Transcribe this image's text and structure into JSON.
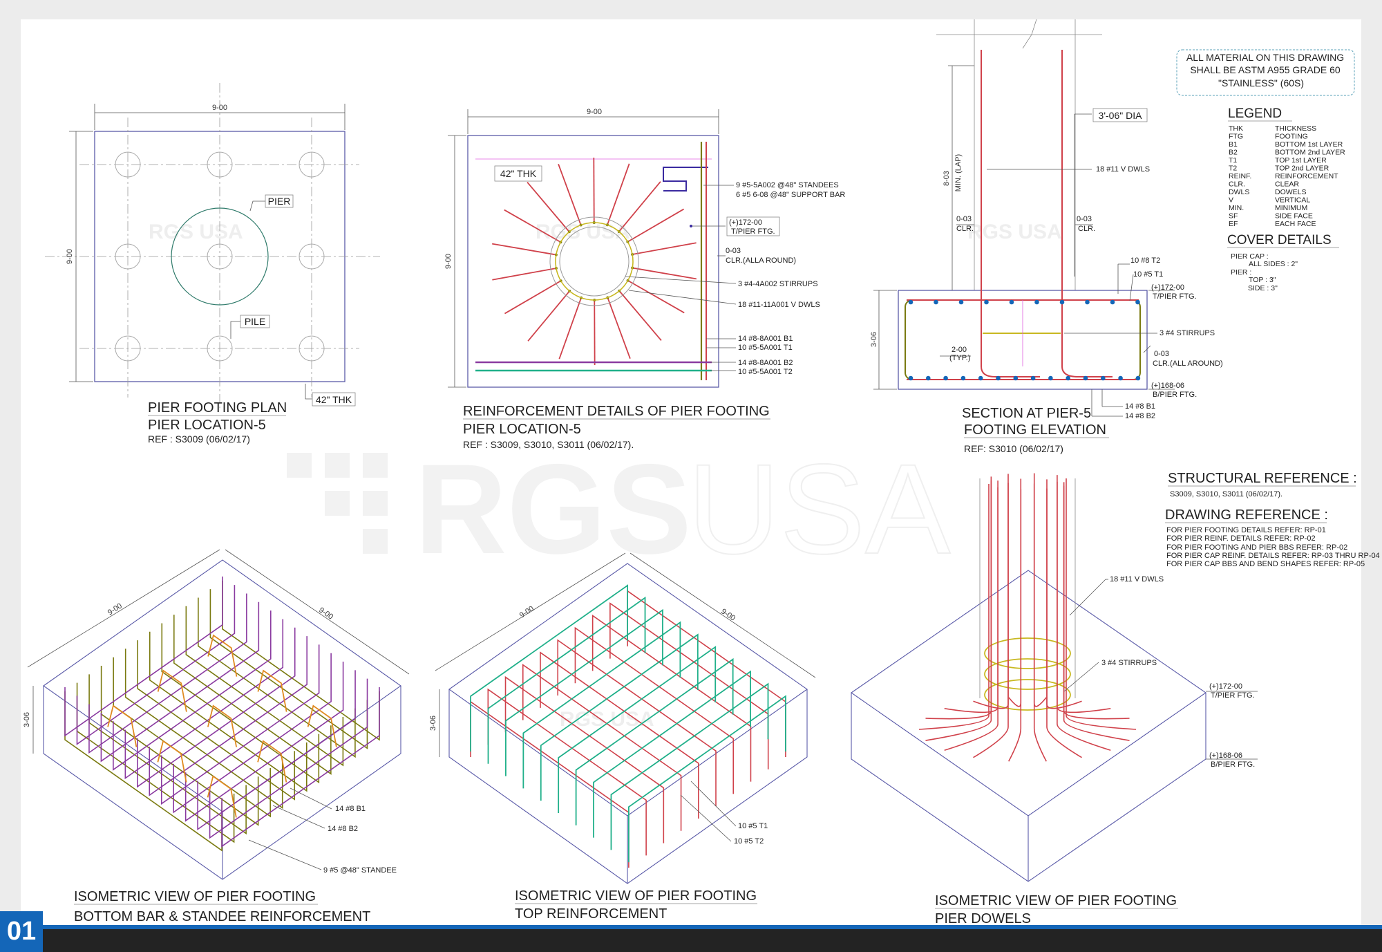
{
  "page_number": "01",
  "colors": {
    "accent": "#1466b8",
    "footer": "#232323",
    "red_bar": "#d0414a",
    "olive_bar": "#7a7a10",
    "purple_bar": "#8a3aa0",
    "green_bar": "#20b08a",
    "orange_bar": "#e08a20",
    "yellow_bar": "#c8b820",
    "outline": "#5a5aa8"
  },
  "watermark": {
    "main": "RGS",
    "suffix": "USA",
    "small": "RGS USA"
  },
  "plan": {
    "title1": "PIER FOOTING PLAN",
    "title2": "PIER LOCATION-5",
    "ref": "REF : S3009 (06/02/17)",
    "dim_w": "9-00",
    "dim_h": "9-00",
    "pier": "PIER",
    "pile": "PILE",
    "thk": "42\" THK"
  },
  "reinf": {
    "title1": "REINFORCEMENT DETAILS OF PIER FOOTING",
    "title2": "PIER LOCATION-5",
    "ref": "REF : S3009, S3010, S3011 (06/02/17).",
    "dim_w": "9-00",
    "dim_h": "9-00",
    "thk": "42\" THK",
    "notes": {
      "standees": "9 #5-5A002 @48\" STANDEES",
      "support": "6 #5 6-08 @48\" SUPPORT BAR",
      "elev1": "(+)172-00",
      "elev2": "T/PIER FTG.",
      "clr1": "0-03",
      "clr2": "CLR.(ALLA ROUND)",
      "stirrups": "3 #4-4A002  STIRRUPS",
      "dowels": "18 #11-11A001  V DWLS",
      "b1": "14 #8-8A001  B1",
      "t1": "10 #5-5A001  T1",
      "b2": "14 #8-8A001  B2",
      "t2": "10 #5-5A001  T2"
    }
  },
  "section": {
    "title1": "SECTION AT PIER-5",
    "title2": "FOOTING ELEVATION",
    "ref": "REF: S3010 (06/02/17)",
    "dia": "3'-06\" DIA",
    "lap1": "8-03",
    "lap2": "MIN. (LAP)",
    "dowels": "18 #11 V DWLS",
    "clr_l1": "0-03",
    "clr_l2": "CLR.",
    "clr_r1": "0-03",
    "clr_r2": "CLR.",
    "t2": "10 #8 T2",
    "t1": "10 #5 T1",
    "top1": "(+)172-00",
    "top2": "T/PIER FTG.",
    "stirrups": "3 #4 STIRRUPS",
    "clr_a1": "0-03",
    "clr_a2": "CLR.(ALL AROUND)",
    "bot1": "(+)168-06",
    "bot2": "B/PIER FTG.",
    "b1": "14 #8 B1",
    "b2": "14 #8 B2",
    "typ1": "2-00",
    "typ2": "(TYP.)",
    "height": "3-06"
  },
  "material": {
    "line1": "ALL MATERIAL ON THIS DRAWING",
    "line2": "SHALL BE ASTM A955 GRADE 60",
    "line3": "\"STAINLESS\" (60S)"
  },
  "legend": {
    "title": "LEGEND",
    "items": [
      {
        "abbr": "THK",
        "desc": "THICKNESS"
      },
      {
        "abbr": "FTG",
        "desc": "FOOTING"
      },
      {
        "abbr": "B1",
        "desc": "BOTTOM 1st LAYER"
      },
      {
        "abbr": "B2",
        "desc": "BOTTOM 2nd LAYER"
      },
      {
        "abbr": "T1",
        "desc": "TOP 1st LAYER"
      },
      {
        "abbr": "T2",
        "desc": "TOP 2nd LAYER"
      },
      {
        "abbr": "REINF.",
        "desc": "REINFORCEMENT"
      },
      {
        "abbr": "CLR.",
        "desc": "CLEAR"
      },
      {
        "abbr": "DWLS",
        "desc": "DOWELS"
      },
      {
        "abbr": "V",
        "desc": "VERTICAL"
      },
      {
        "abbr": "MIN.",
        "desc": "MINIMUM"
      },
      {
        "abbr": "SF",
        "desc": "SIDE FACE"
      },
      {
        "abbr": "EF",
        "desc": "EACH FACE"
      }
    ]
  },
  "cover": {
    "title": "COVER DETAILS",
    "lines": [
      "PIER CAP :",
      "ALL SIDES : 2\"",
      "PIER :",
      "TOP : 3\"",
      "SIDE : 3\""
    ]
  },
  "structural": {
    "title": "STRUCTURAL REFERENCE :",
    "text": "S3009, S3010, S3011 (06/02/17)."
  },
  "drawing_ref": {
    "title": "DRAWING REFERENCE :",
    "lines": [
      "FOR PIER FOOTING DETAILS REFER: RP-01",
      "FOR PIER REINF. DETAILS REFER: RP-02",
      "FOR PIER FOOTING AND PIER BBS REFER: RP-02",
      "FOR PIER CAP REINF. DETAILS REFER: RP-03 THRU RP-04",
      "FOR PIER CAP BBS AND BEND SHAPES REFER: RP-05"
    ]
  },
  "iso1": {
    "title1": "ISOMETRIC VIEW OF PIER FOOTING",
    "title2": "BOTTOM BAR & STANDEE REINFORCEMENT",
    "dim_a": "9-00",
    "dim_b": "9-00",
    "height": "3-06",
    "b1": "14 #8 B1",
    "b2": "14 #8 B2",
    "standee": "9 #5 @48\" STANDEE"
  },
  "iso2": {
    "title1": "ISOMETRIC VIEW OF PIER FOOTING",
    "title2": "TOP REINFORCEMENT",
    "dim_a": "9-00",
    "dim_b": "9-00",
    "height": "3-06",
    "t1": "10 #5 T1",
    "t2": "10 #5 T2"
  },
  "iso3": {
    "title1": "ISOMETRIC VIEW OF PIER FOOTING",
    "title2": "PIER DOWELS",
    "dowels": "18 #11 V DWLS",
    "stirrups": "3 #4 STIRRUPS",
    "top1": "(+)172-00",
    "top2": "T/PIER FTG.",
    "bot1": "(+)168-06",
    "bot2": "B/PIER FTG."
  }
}
